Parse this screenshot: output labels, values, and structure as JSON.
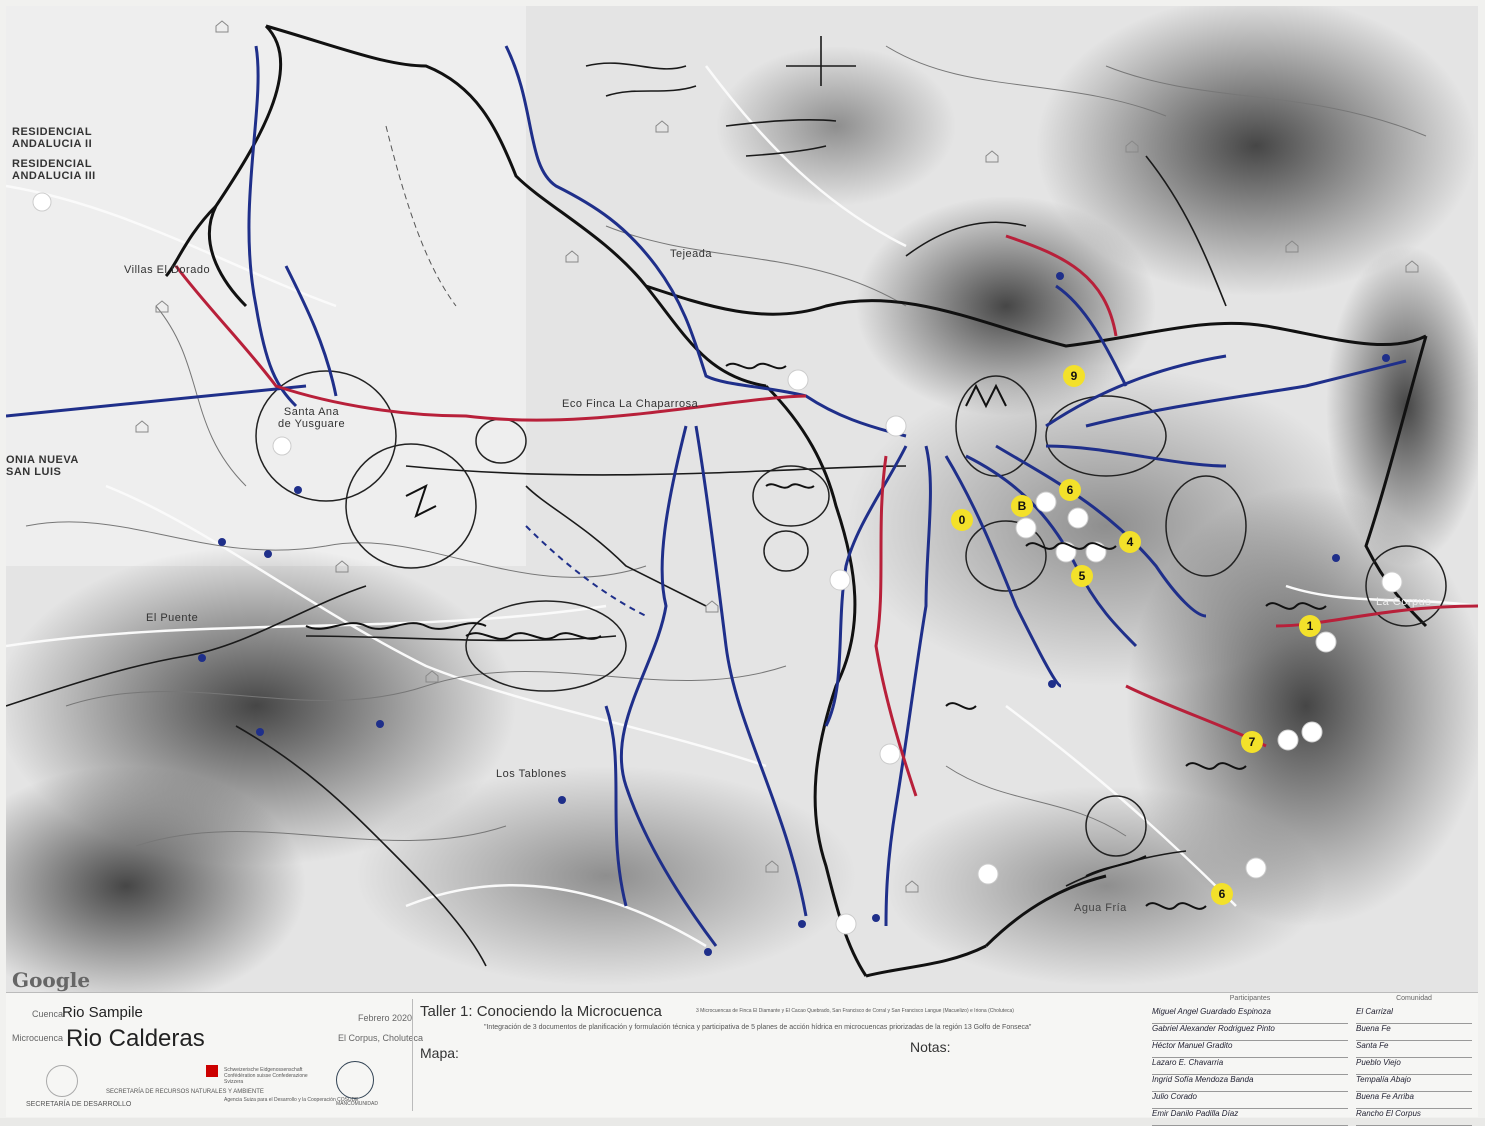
{
  "map": {
    "places": [
      {
        "id": "residencial-andalucia-ii",
        "text": "RESIDENCIAL\nANDALUCIA II"
      },
      {
        "id": "residencial-andalucia-iii",
        "text": "RESIDENCIAL\nANDALUCIA III"
      },
      {
        "id": "villas-el-dorado",
        "text": "Villas El Dorado"
      },
      {
        "id": "santa-ana-de-yusguare",
        "text": "Santa Ana\nde Yusguare"
      },
      {
        "id": "colonia-nueva-san-luis",
        "text": "ONIA NUEVA\nSAN LUIS"
      },
      {
        "id": "el-puente",
        "text": "El Puente"
      },
      {
        "id": "eco-finca-la-chaparrosa",
        "text": "Eco Finca La Chaparrosa"
      },
      {
        "id": "la-tejeada",
        "text": "Tejeada"
      },
      {
        "id": "los-tablones",
        "text": "Los Tablones"
      },
      {
        "id": "la-corpus",
        "text": "La Corpus"
      },
      {
        "id": "agua-fria",
        "text": "Agua Fría"
      }
    ],
    "google_mark": "Google",
    "yellow_markers": [
      "9",
      "B",
      "6",
      "4",
      "5",
      "0",
      "1",
      "7",
      "6"
    ]
  },
  "footer": {
    "cuenca_label": "Cuenca",
    "cuenca_value": "Rio Sampile",
    "microcuenca_label": "Microcuenca",
    "microcuenca_value": "Rio Calderas",
    "date": "Febrero 2020",
    "location": "El Corpus, Choluteca",
    "workshop_title": "Taller 1: Conociendo la Microcuenca",
    "workshop_detail": "3 Microcuencas de Finca El Diamante y El Cacao Quebrado, San Francisco de Corral y San Francisco Langue (Macuelizo) e Iriona (Choluteca)",
    "workshop_subtitle": "\"Integración de 3 documentos de planificación y formulación técnica y participativa de 5 planes de acción hídrica en microcuencas priorizadas de la región 13 Golfo de Fonseca\"",
    "mapa_label": "Mapa:",
    "notas_label": "Notas:",
    "participants_header": "Participantes",
    "community_header": "Comunidad",
    "participants": [
      "Miguel Angel Guardado Espinoza",
      "Gabriel Alexander Rodriguez Pinto",
      "Héctor Manuel Gradito",
      "Lazaro E. Chavarria",
      "Ingrid Sofía Mendoza Banda",
      "Julio Corado",
      "Emir Danilo Padilla Díaz"
    ],
    "communities": [
      "El Carrizal",
      "Buena Fe",
      "Santa Fe",
      "Pueblo Viejo",
      "Tempalía Abajo",
      "Buena Fe Arriba",
      "Rancho El Corpus"
    ],
    "logos": {
      "honduras_text": "SECRETARÍA DE DESARROLLO",
      "ministry_text": "SECRETARÍA DE RECURSOS NATURALES Y AMBIENTE",
      "swiss_text": "Schweizerische Eidgenossenschaft Confédération suisse Confederazione Svizzera",
      "cosude_text": "Agencia Suiza para el Desarrollo y la Cooperación COSUDE",
      "circle_text": "MANCOMUNIDAD"
    }
  }
}
